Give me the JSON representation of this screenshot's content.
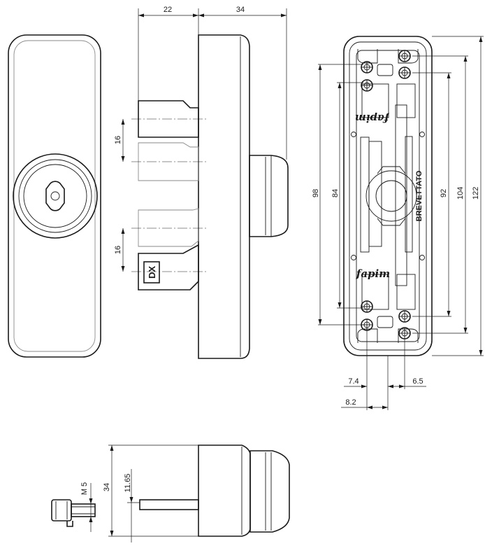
{
  "dimensions": {
    "top_width_left": "22",
    "top_width_right": "34",
    "cam_height_upper": "16",
    "cam_height_lower": "16",
    "overall_98": "98",
    "overall_84": "84",
    "overall_92": "92",
    "overall_104": "104",
    "overall_122": "122",
    "offset_7_4": "7.4",
    "offset_6_5": "6.5",
    "offset_8_2": "8.2",
    "bottom_height": "34",
    "bottom_spindle": "11.65",
    "thread": "M 5"
  },
  "labels": {
    "hand": "DX",
    "brand": "fapim",
    "patent": "BREVETTATO"
  }
}
